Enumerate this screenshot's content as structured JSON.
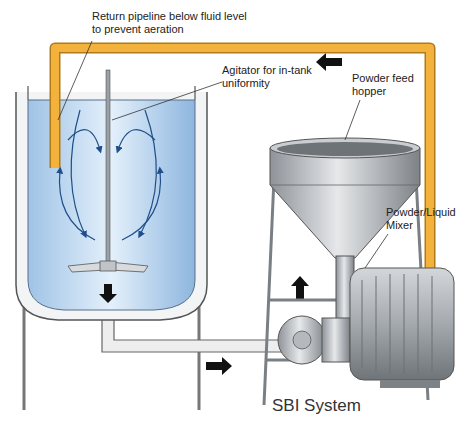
{
  "diagram": {
    "caption": "SBI System",
    "labels": [
      "Return pipeline below fluid level to prevent aeration",
      "Agitator for in-tank uniformity",
      "Powder feed hopper",
      "Powder/Liquid Mixer"
    ]
  }
}
